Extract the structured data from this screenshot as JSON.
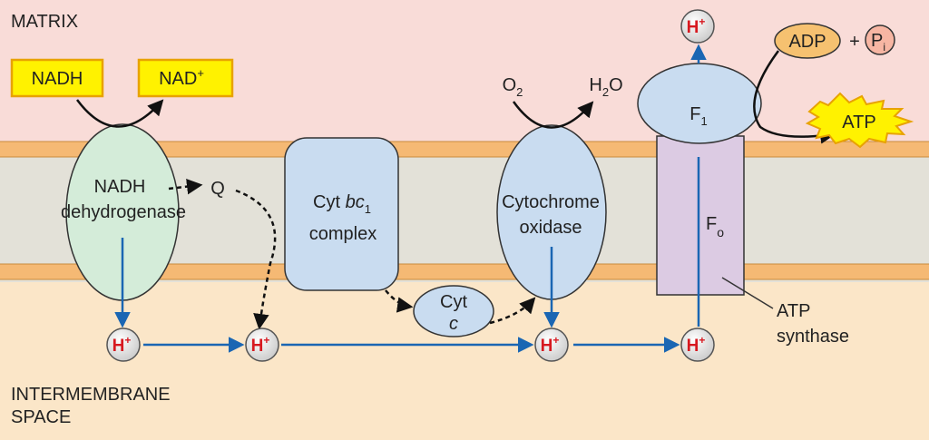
{
  "regions": {
    "matrix": "MATRIX",
    "intermembrane_line1": "INTERMEMBRANE",
    "intermembrane_line2": "SPACE"
  },
  "reactants": {
    "nadh": "NADH",
    "nad": "NAD",
    "nad_sup": "+",
    "o2": "O",
    "o2_sub": "2",
    "h2o_h": "H",
    "h2o_sub": "2",
    "h2o_o": "O",
    "adp": "ADP",
    "plus": "+",
    "pi_p": "P",
    "pi_sub": "i",
    "atp": "ATP"
  },
  "complexes": {
    "nadh_dh_line1": "NADH",
    "nadh_dh_line2": "dehydrogenase",
    "q": "Q",
    "cyt_bc1_a": "Cyt ",
    "cyt_bc1_b": "bc",
    "cyt_bc1_sub": "1",
    "cyt_bc1_line2": "complex",
    "cyt_c_line1": "Cyt",
    "cyt_c_line2": "c",
    "cyt_ox_line1": "Cytochrome",
    "cyt_ox_line2": "oxidase",
    "f1": "F",
    "f1_sub": "1",
    "fo": "F",
    "fo_sub": "o",
    "atp_synthase_line1": "ATP",
    "atp_synthase_line2": "synthase"
  },
  "proton": {
    "h": "H",
    "sup": "+"
  },
  "colors": {
    "matrix_bg": "#f9dcd8",
    "intermembrane_bg": "#fbe6c8",
    "membrane_band": "#f5b974",
    "membrane_core": "#e3e1d8",
    "nadh_dh_fill": "#d4ecd9",
    "blue_complex_fill": "#c9dcf0",
    "fo_fill": "#dccbe3",
    "reactant_box": "#fff200",
    "reactant_border": "#e8a200",
    "proton_color": "#d71920",
    "arrow_blue": "#1a66b3"
  }
}
